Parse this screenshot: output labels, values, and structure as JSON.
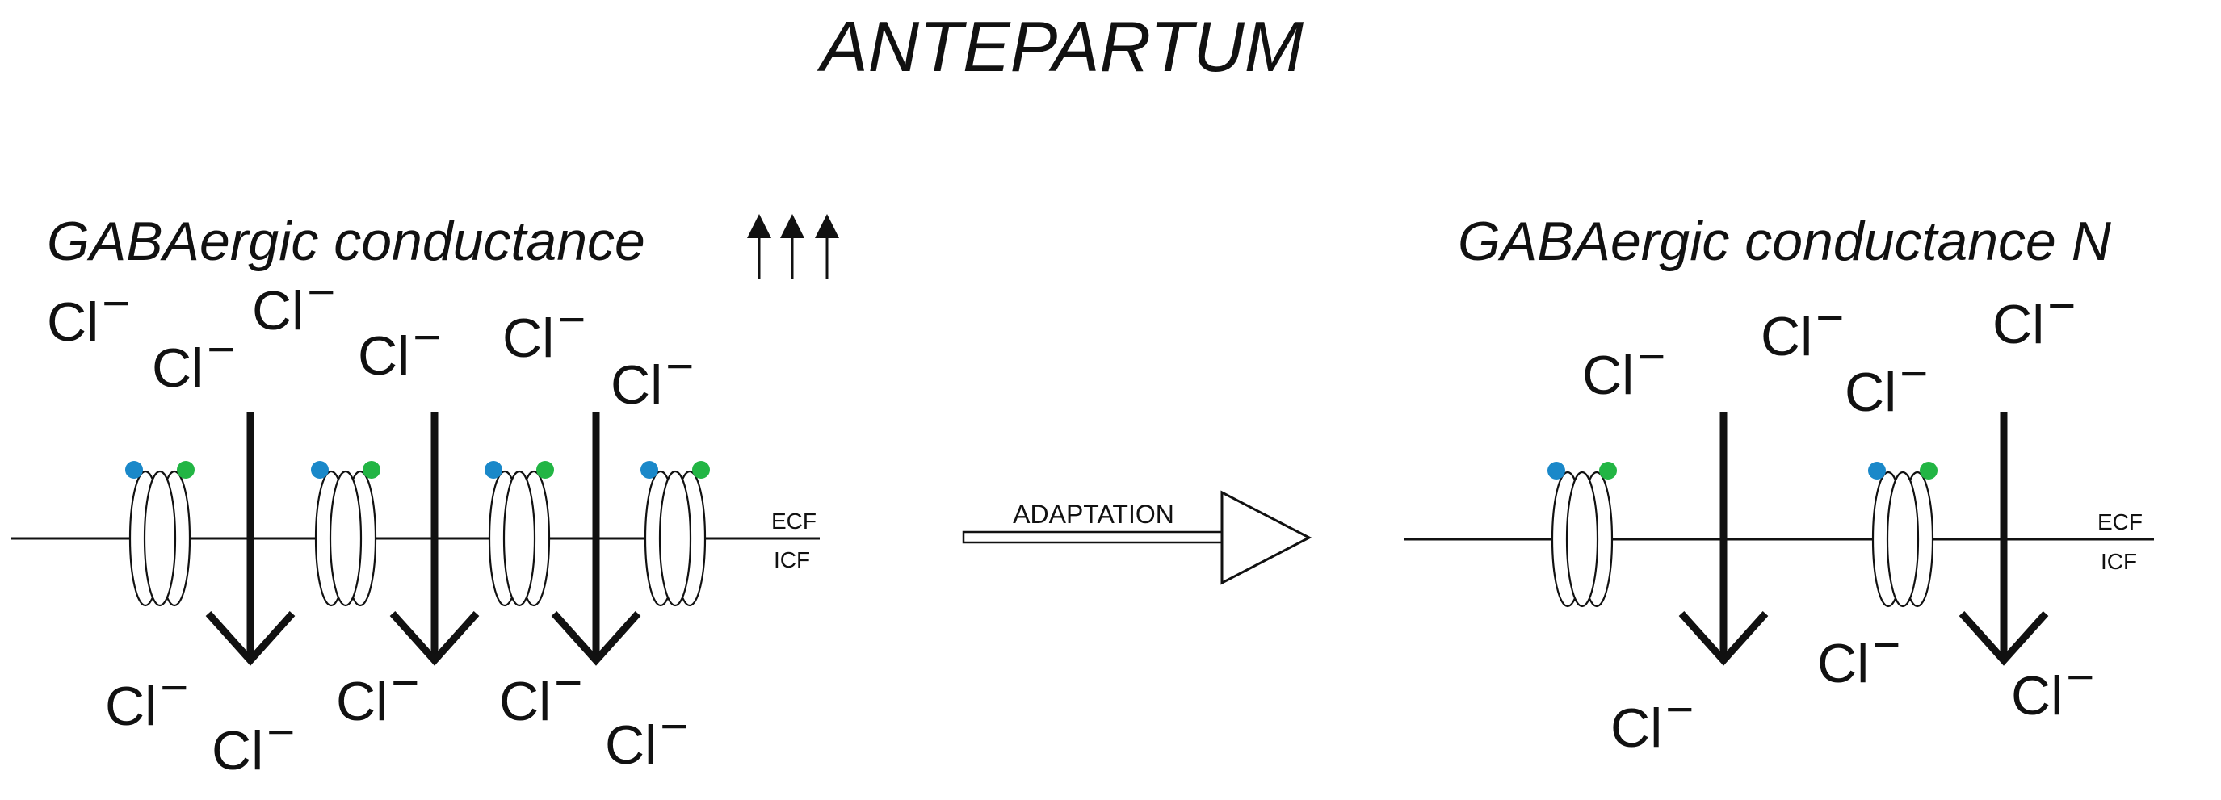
{
  "title": "ANTEPARTUM",
  "left_panel": {
    "heading": "GABAergic conductance",
    "heading_suffix_icon": "up-arrow-icon",
    "ecf_label": "ECF",
    "icf_label": "ICF",
    "ion_label": "Cl",
    "ion_charge": "−",
    "receptor_count": 4,
    "flux_arrow_count": 3
  },
  "middle": {
    "arrow_label": "ADAPTATION"
  },
  "right_panel": {
    "heading": "GABAergic conductance N",
    "ecf_label": "ECF",
    "icf_label": "ICF",
    "ion_label": "Cl",
    "ion_charge": "−",
    "receptor_count": 2,
    "flux_arrow_count": 2
  },
  "colors": {
    "ligand_blue": "#1a88c9",
    "ligand_green": "#22b544",
    "line": "#111111"
  }
}
